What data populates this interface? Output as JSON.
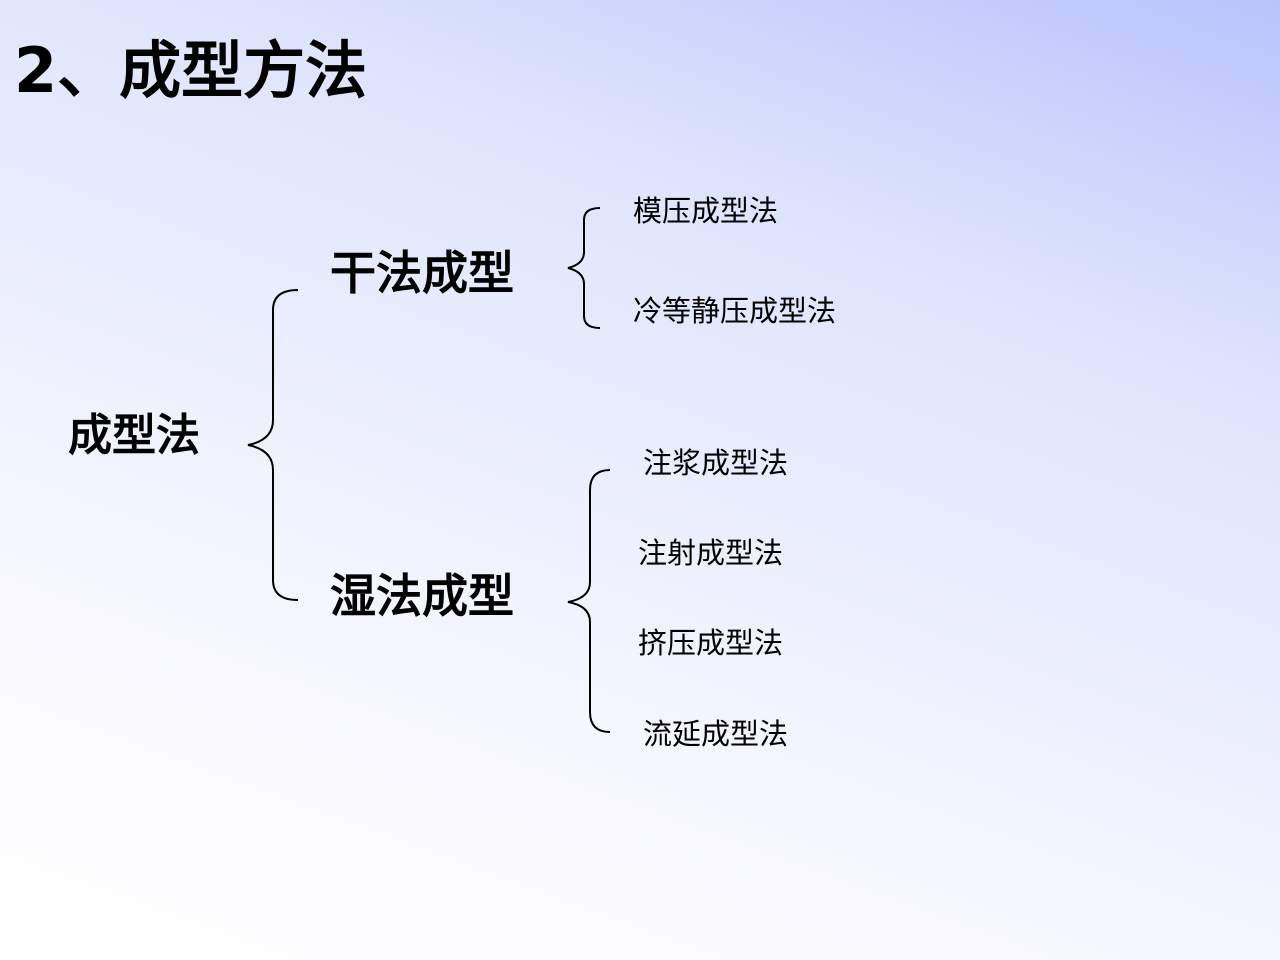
{
  "title": "2、成型方法",
  "root": "成型法",
  "branches": {
    "dry": {
      "label": "干法成型",
      "methods": [
        "模压成型法",
        "冷等静压成型法"
      ]
    },
    "wet": {
      "label": "湿法成型",
      "methods": [
        "注浆成型法",
        "注射成型法",
        "挤压成型法",
        "流延成型法"
      ]
    }
  }
}
